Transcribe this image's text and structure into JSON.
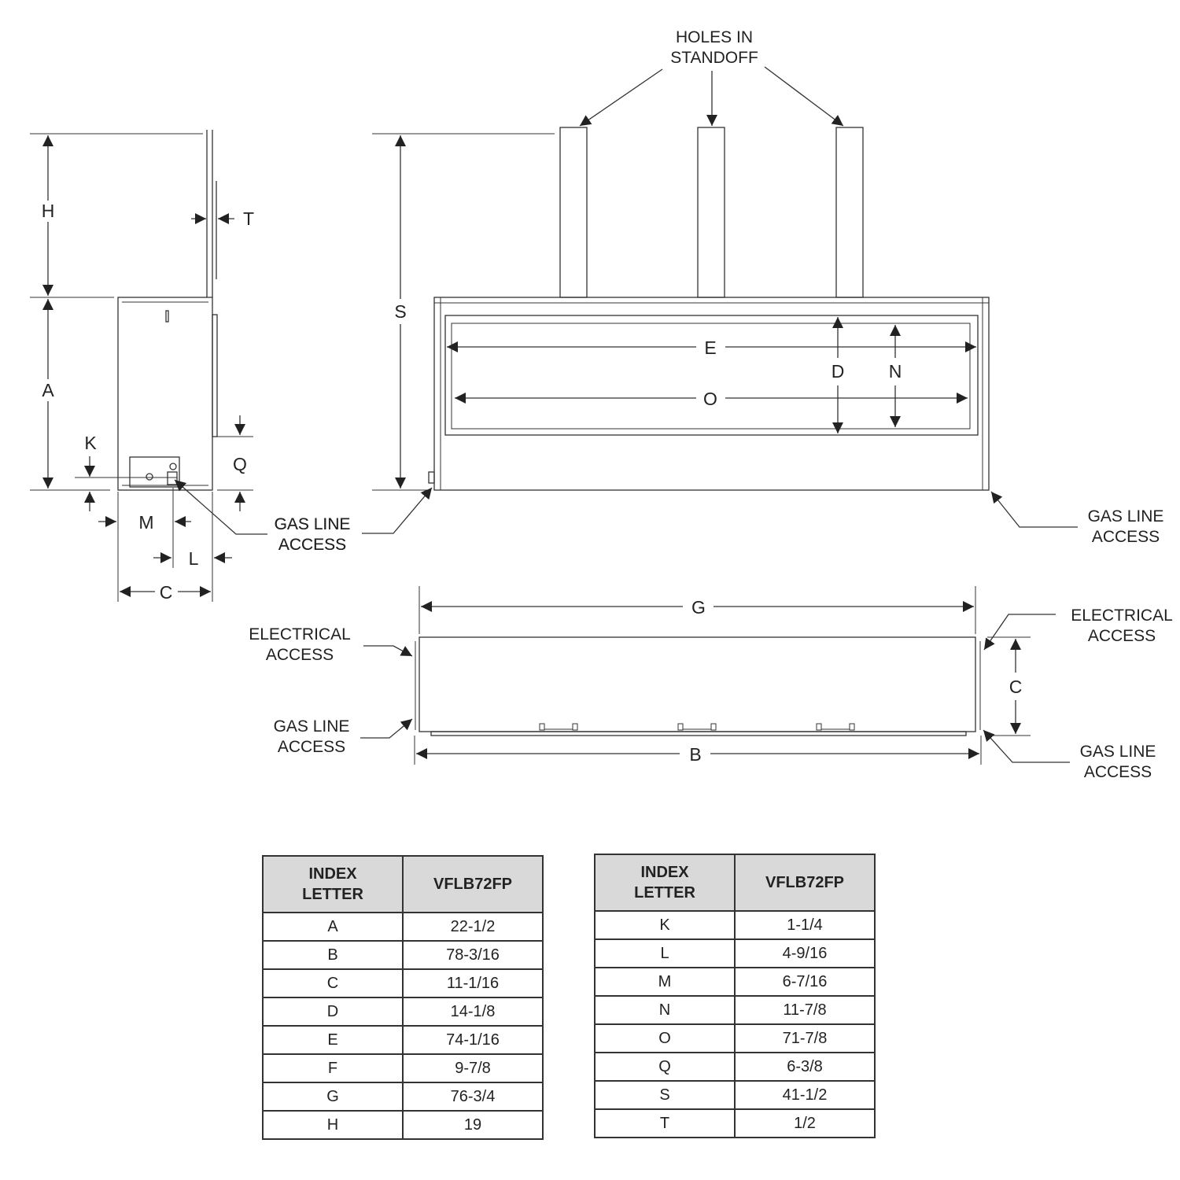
{
  "side_view": {
    "dims": {
      "H": "H",
      "A": "A",
      "T": "T",
      "K": "K",
      "Q": "Q",
      "M": "M",
      "L": "L",
      "C": "C"
    },
    "gas_line_access": [
      "GAS LINE",
      "ACCESS"
    ]
  },
  "front_view": {
    "holes_label": [
      "HOLES IN",
      "STANDOFF"
    ],
    "dims": {
      "S": "S",
      "E": "E",
      "O": "O",
      "D": "D",
      "N": "N"
    },
    "gas_line_access_left": [
      "GAS LINE",
      "ACCESS"
    ],
    "gas_line_access_right": [
      "GAS LINE",
      "ACCESS"
    ]
  },
  "top_view": {
    "dims": {
      "G": "G",
      "B": "B",
      "C": "C"
    },
    "electrical_access_left": [
      "ELECTRICAL",
      "ACCESS"
    ],
    "gas_line_access_left": [
      "GAS LINE",
      "ACCESS"
    ],
    "electrical_access_right": [
      "ELECTRICAL",
      "ACCESS"
    ],
    "gas_line_access_right": [
      "GAS LINE",
      "ACCESS"
    ]
  },
  "tables": [
    {
      "headers": [
        "INDEX",
        "LETTER",
        "VFLB72FP"
      ],
      "rows": [
        [
          "A",
          "22-1/2"
        ],
        [
          "B",
          "78-3/16"
        ],
        [
          "C",
          "11-1/16"
        ],
        [
          "D",
          "14-1/8"
        ],
        [
          "E",
          "74-1/16"
        ],
        [
          "F",
          "9-7/8"
        ],
        [
          "G",
          "76-3/4"
        ],
        [
          "H",
          "19"
        ]
      ]
    },
    {
      "headers": [
        "INDEX",
        "LETTER",
        "VFLB72FP"
      ],
      "rows": [
        [
          "K",
          "1-1/4"
        ],
        [
          "L",
          "4-9/16"
        ],
        [
          "M",
          "6-7/16"
        ],
        [
          "N",
          "11-7/8"
        ],
        [
          "O",
          "71-7/8"
        ],
        [
          "Q",
          "6-3/8"
        ],
        [
          "S",
          "41-1/2"
        ],
        [
          "T",
          "1/2"
        ]
      ]
    }
  ]
}
